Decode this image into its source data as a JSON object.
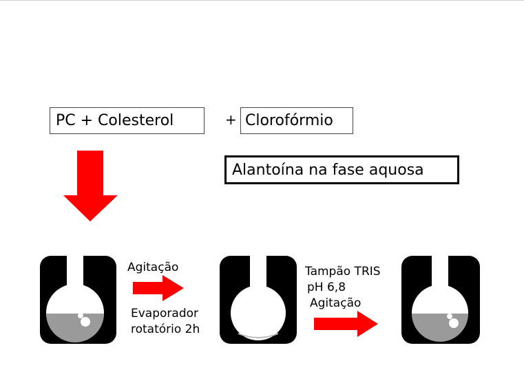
{
  "boxes": {
    "lipids": "PC + Colesterol",
    "plus": "+",
    "solvent": "Clorofórmio",
    "aqueous": "Alantoína na fase aquosa"
  },
  "steps": {
    "step1_top": "Agitação",
    "step1_bottom_line1": "Evaporador",
    "step1_bottom_line2": "rotatório 2h",
    "step2_line1": "Tampão TRIS",
    "step2_line2": "pH 6,8",
    "step2_line3": "Agitação"
  },
  "colors": {
    "arrow": "#ff0000",
    "flask": "#000000",
    "liquid": "#9a9a9a",
    "glass": "#ffffff"
  },
  "icons": [
    "flask-icon",
    "arrow-down-icon",
    "arrow-right-icon"
  ]
}
